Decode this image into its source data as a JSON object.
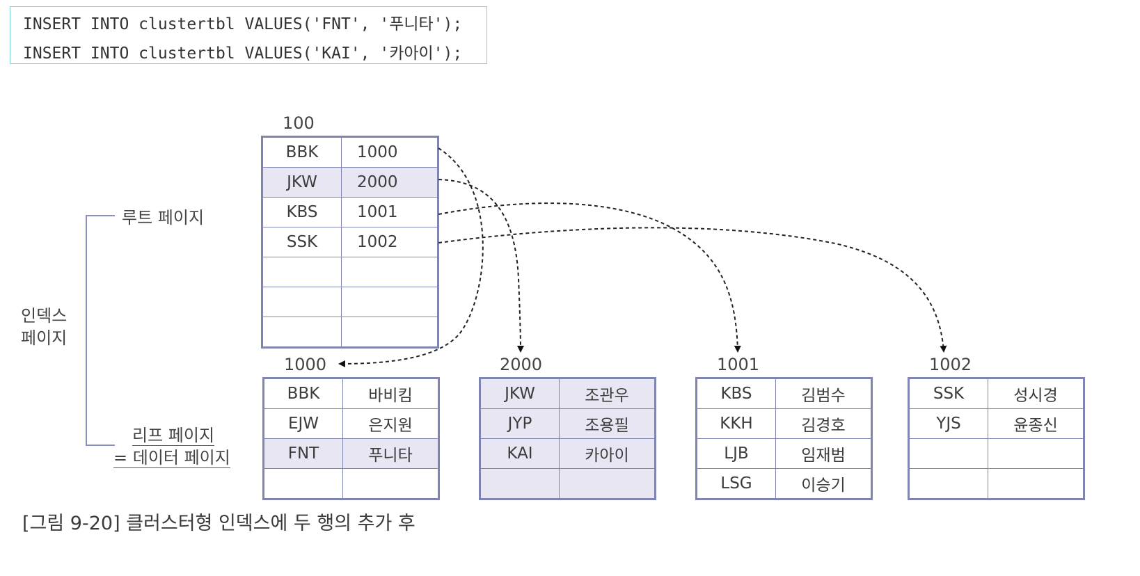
{
  "code": {
    "lines": [
      "INSERT INTO clustertbl VALUES('FNT', '푸니타');",
      "INSERT INTO clustertbl VALUES('KAI', '카아이');"
    ]
  },
  "labels": {
    "root_page": "루트 페이지",
    "index_page": "인덱스\n페이지",
    "leaf_page": "리프 페이지",
    "data_page": "= 데이터 페이지"
  },
  "root": {
    "page_no": "100",
    "rows": [
      {
        "key": "BBK",
        "val": "1000"
      },
      {
        "key": "JKW",
        "val": "2000"
      },
      {
        "key": "KBS",
        "val": "1001"
      },
      {
        "key": "SSK",
        "val": "1002"
      },
      {
        "key": "",
        "val": ""
      },
      {
        "key": "",
        "val": ""
      },
      {
        "key": "",
        "val": ""
      }
    ]
  },
  "leaves": [
    {
      "page_no": "1000",
      "rows": [
        {
          "key": "BBK",
          "val": "바비킴"
        },
        {
          "key": "EJW",
          "val": "은지원"
        },
        {
          "key": "FNT",
          "val": "푸니타"
        },
        {
          "key": "",
          "val": ""
        }
      ]
    },
    {
      "page_no": "2000",
      "rows": [
        {
          "key": "JKW",
          "val": "조관우"
        },
        {
          "key": "JYP",
          "val": "조용필"
        },
        {
          "key": "KAI",
          "val": "카아이"
        },
        {
          "key": "",
          "val": ""
        }
      ]
    },
    {
      "page_no": "1001",
      "rows": [
        {
          "key": "KBS",
          "val": "김범수"
        },
        {
          "key": "KKH",
          "val": "김경호"
        },
        {
          "key": "LJB",
          "val": "임재범"
        },
        {
          "key": "LSG",
          "val": "이승기"
        }
      ]
    },
    {
      "page_no": "1002",
      "rows": [
        {
          "key": "SSK",
          "val": "성시경"
        },
        {
          "key": "YJS",
          "val": "윤종신"
        },
        {
          "key": "",
          "val": ""
        },
        {
          "key": "",
          "val": ""
        }
      ]
    }
  ],
  "caption": "[그림 9-20] 클러스터형 인덱스에 두 행의 추가 후",
  "colors": {
    "border": "#7f84b0",
    "highlight": "#e7e6f2",
    "code_border": "#7fd3d3"
  }
}
